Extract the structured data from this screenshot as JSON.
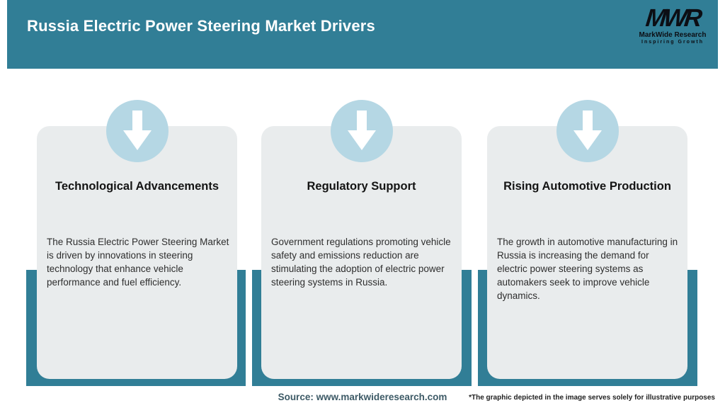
{
  "header": {
    "title": "Russia Electric Power Steering Market Drivers",
    "bg_color": "#317E96",
    "logo": {
      "mark": "MWR",
      "name": "MarkWide Research",
      "tagline": "Inspiring Growth"
    }
  },
  "cards": [
    {
      "icon": "down-arrow-icon",
      "title": "Technological Advancements",
      "description": "The Russia Electric Power Steering Market is driven by innovations in steering technology that enhance vehicle performance and fuel efficiency."
    },
    {
      "icon": "down-arrow-icon",
      "title": "Regulatory Support",
      "description": "Government regulations promoting vehicle safety and emissions reduction are stimulating the adoption of electric power steering systems in Russia."
    },
    {
      "icon": "down-arrow-icon",
      "title": "Rising Automotive Production",
      "description": "The growth in automotive manufacturing in Russia is increasing the demand for electric power steering systems as automakers seek to improve vehicle dynamics."
    }
  ],
  "footer": {
    "source": "Source: www.markwideresearch.com",
    "disclaimer": "*The graphic depicted in the image serves solely for illustrative purposes"
  },
  "colors": {
    "teal": "#317E96",
    "circle_blue": "#B5D7E4",
    "card_gray": "#E9ECED",
    "title_text": "#141414",
    "body_text": "#2e2e2e",
    "source_text": "#3d5a66"
  }
}
